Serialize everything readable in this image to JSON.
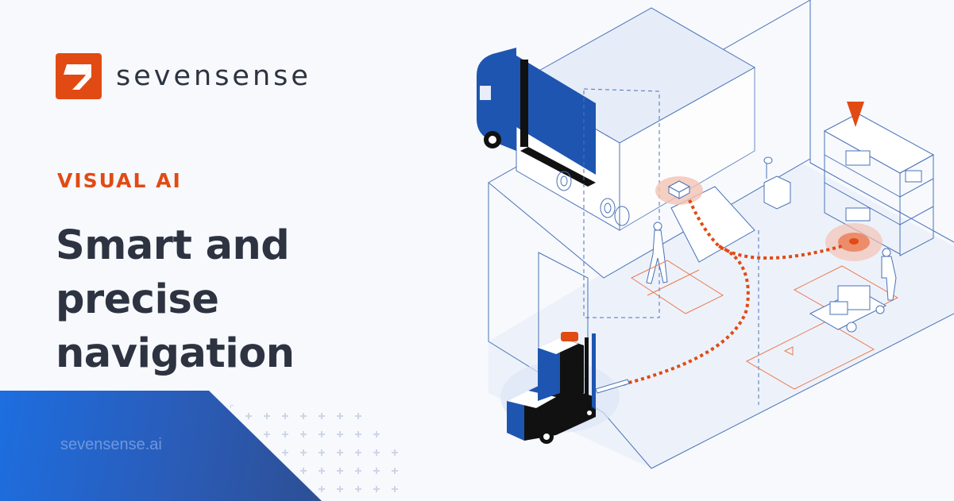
{
  "brand": {
    "name": "sevensense",
    "logo_icon": "seven-mark-icon",
    "accent_color": "#e24a14",
    "text_color": "#2d3340"
  },
  "hero": {
    "eyebrow": "VISUAL AI",
    "headline_line1": "Smart and precise",
    "headline_line2": "navigation"
  },
  "footer": {
    "url": "sevensense.ai",
    "band_color_start": "#1d6ee0",
    "band_color_end": "#2d4f94"
  },
  "illustration": {
    "description": "Isometric warehouse scene with truck, forklift, shelving, pedestrian, cart and dotted orange navigation paths",
    "line_color": "#4a72b8",
    "path_color": "#e24a14",
    "fill_dark_blue": "#1e50a8",
    "fill_light": "#e8eef8"
  }
}
